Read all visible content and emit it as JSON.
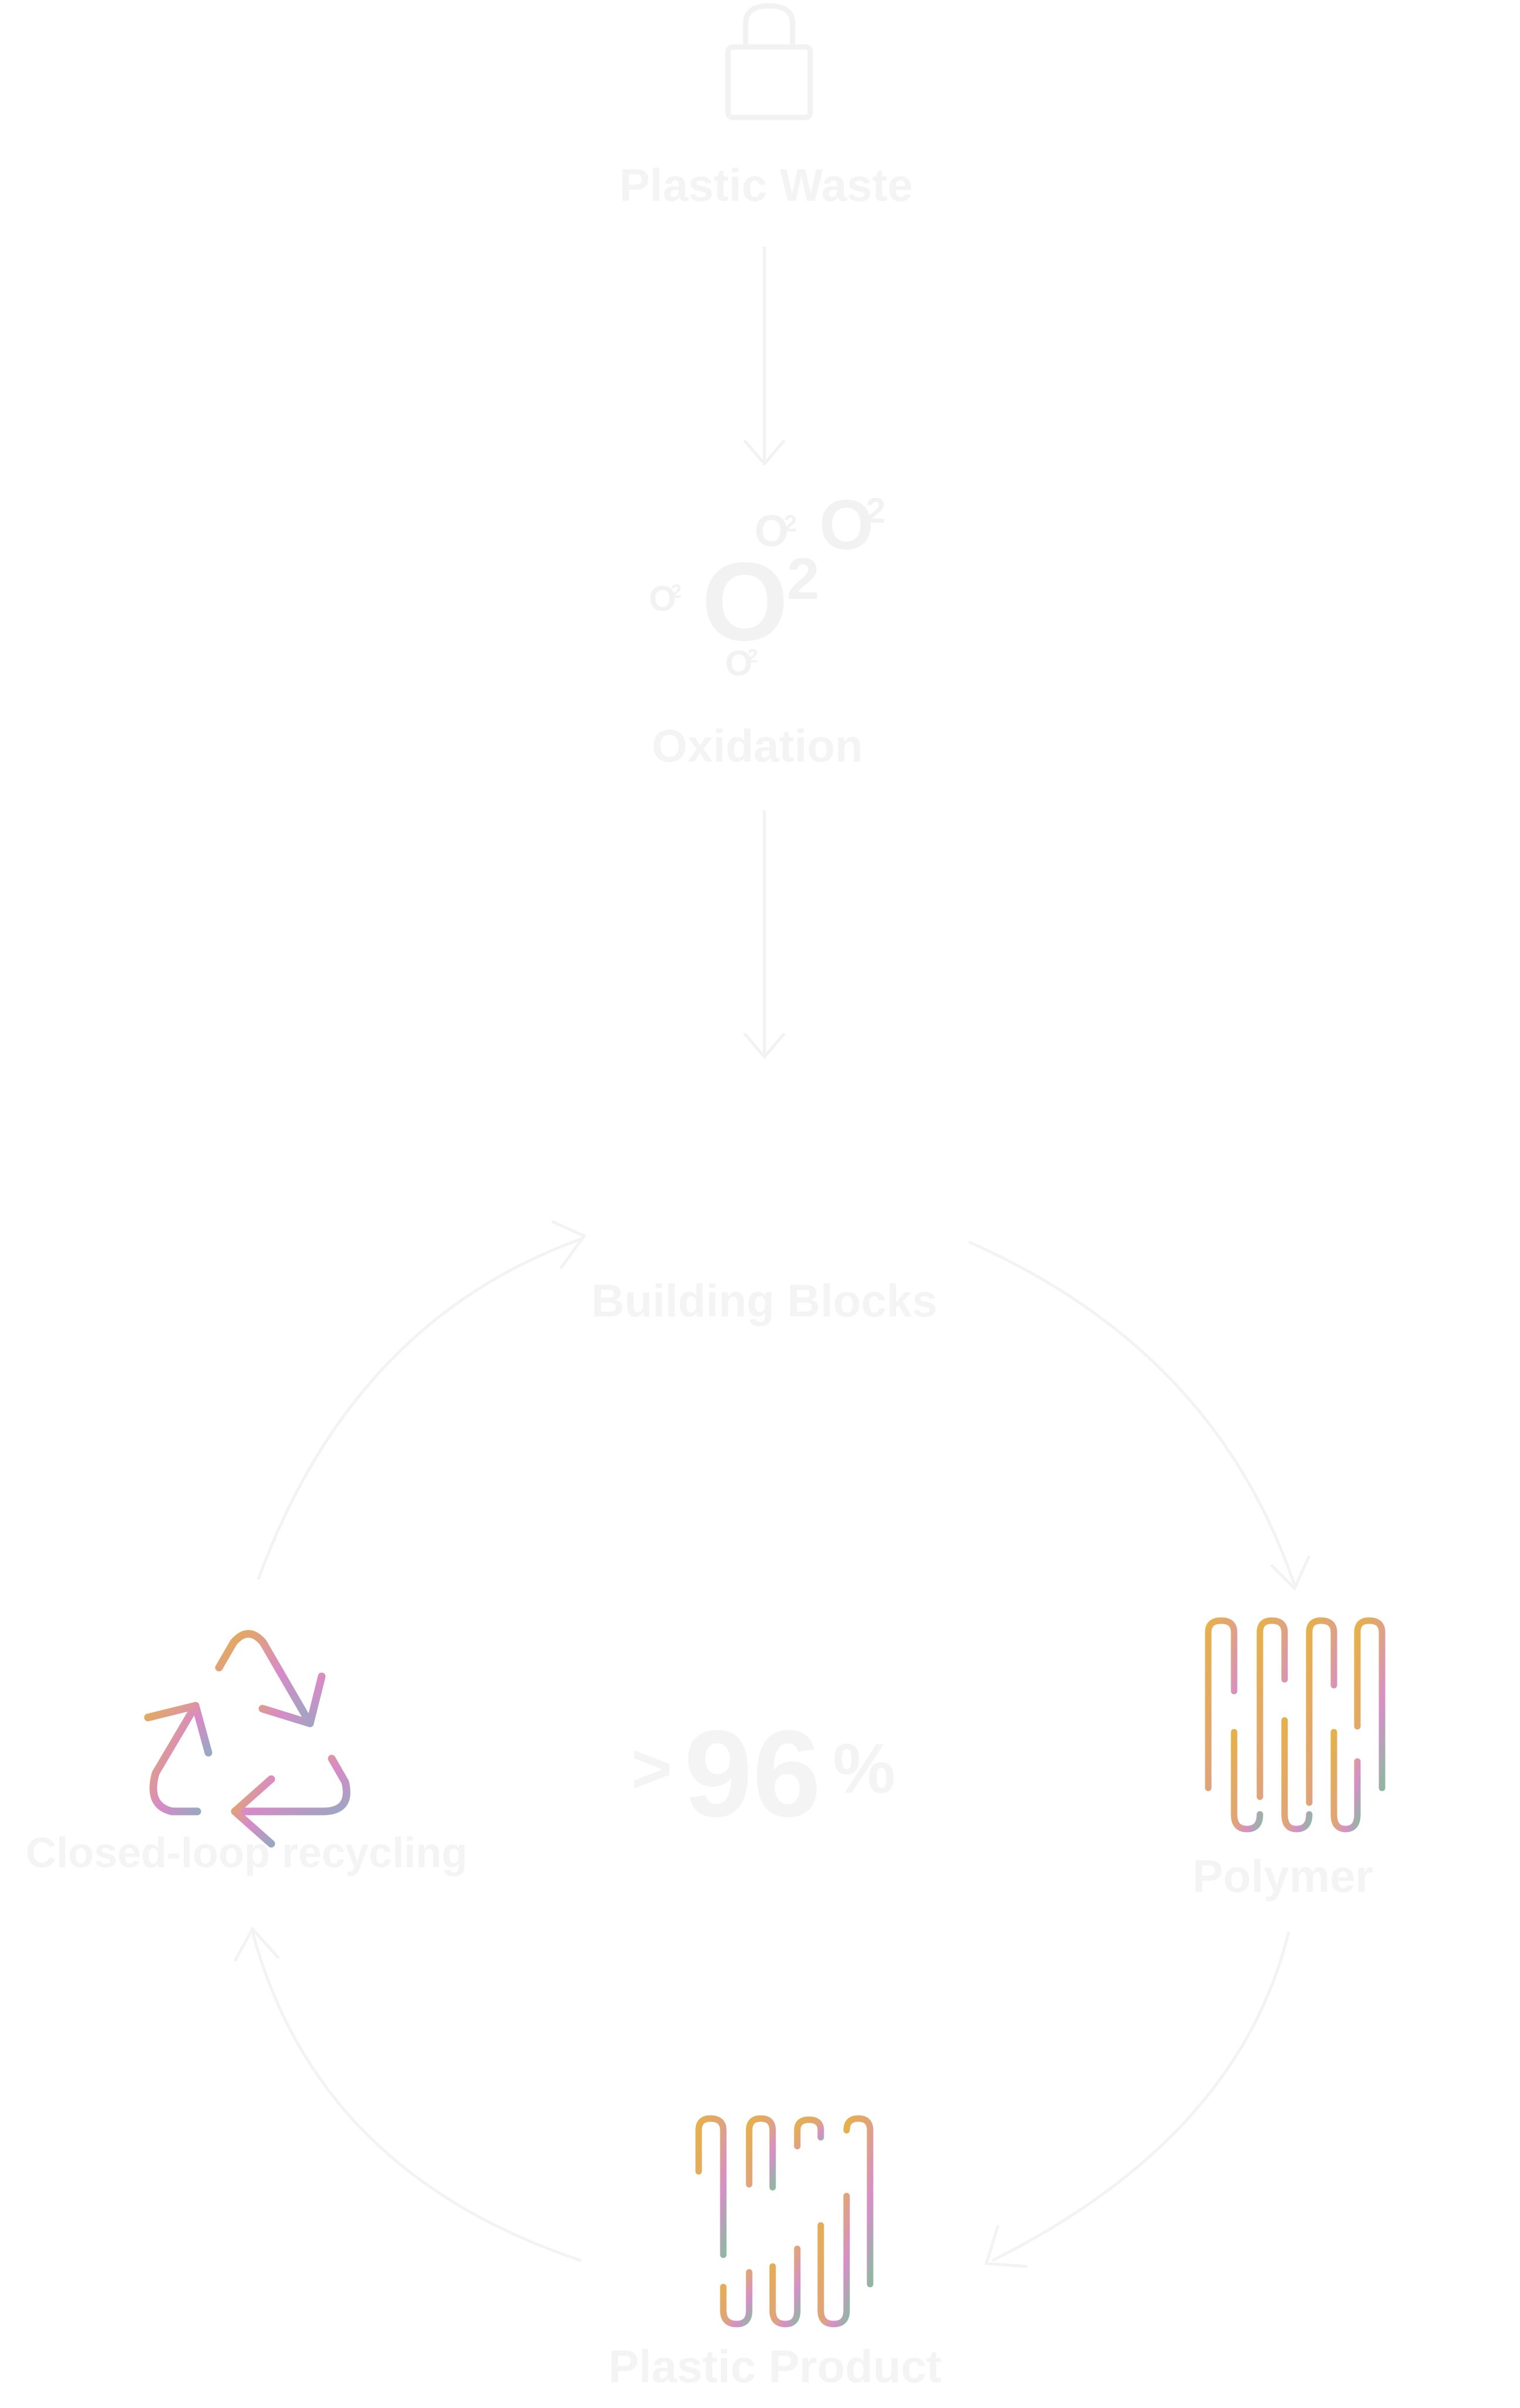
{
  "diagram": {
    "nodes": {
      "plastic_waste": "Plastic Waste",
      "oxidation": "Oxidation",
      "building_blocks": "Building Blocks",
      "polymer": "Polymer",
      "plastic_product": "Plastic Product",
      "closed_loop": "Closed-loop recycling"
    },
    "oxidation_icon": {
      "symbol": "O",
      "superscript": "2"
    },
    "stat": {
      "prefix": ">",
      "value": "96",
      "unit": "%"
    }
  },
  "colors": {
    "faint": "#f3f3f3",
    "gradient_orange": "#e5ad4a",
    "gradient_pink": "#e08ba1",
    "gradient_magenta": "#d98ad0",
    "gradient_teal": "#93b6a3"
  },
  "icons": [
    "shopping-bag-icon",
    "oxygen-molecules-icon",
    "stacked-lines-icon",
    "polymer-chains-icon",
    "product-chains-icon",
    "recycle-icon"
  ]
}
